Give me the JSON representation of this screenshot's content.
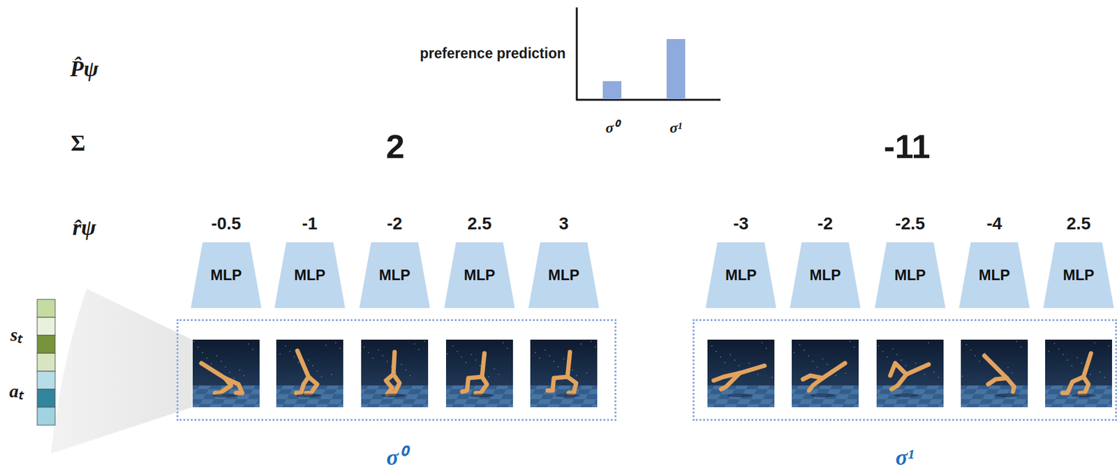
{
  "diagram": {
    "nodes": [
      {
        "text": [
          "MLP"
        ]
      },
      {
        "text": [
          "MLP"
        ]
      },
      {
        "text": [
          "MLP"
        ]
      },
      {
        "text": [
          "MLP"
        ]
      },
      {
        "text": [
          "MLP"
        ]
      },
      {
        "text": [
          "σ⁰"
        ]
      },
      {
        "text": [
          "MLP"
        ]
      },
      {
        "text": [
          "MLP"
        ]
      },
      {
        "text": [
          "MLP"
        ]
      },
      {
        "text": [
          "MLP"
        ]
      },
      {
        "text": [
          "MLP"
        ]
      },
      {
        "text": [
          "σ¹"
        ]
      }
    ],
    "labels": [
      "P̂ψ",
      "preference prediction",
      "σ⁰",
      "σ¹",
      "Σ",
      "2",
      "-11",
      "r̂ψ",
      "-0.5",
      "-1",
      "-2",
      "2.5",
      "3",
      "-3",
      "-2",
      "-2.5",
      "-4",
      "2.5",
      "sₜ",
      "aₜ"
    ]
  }
}
